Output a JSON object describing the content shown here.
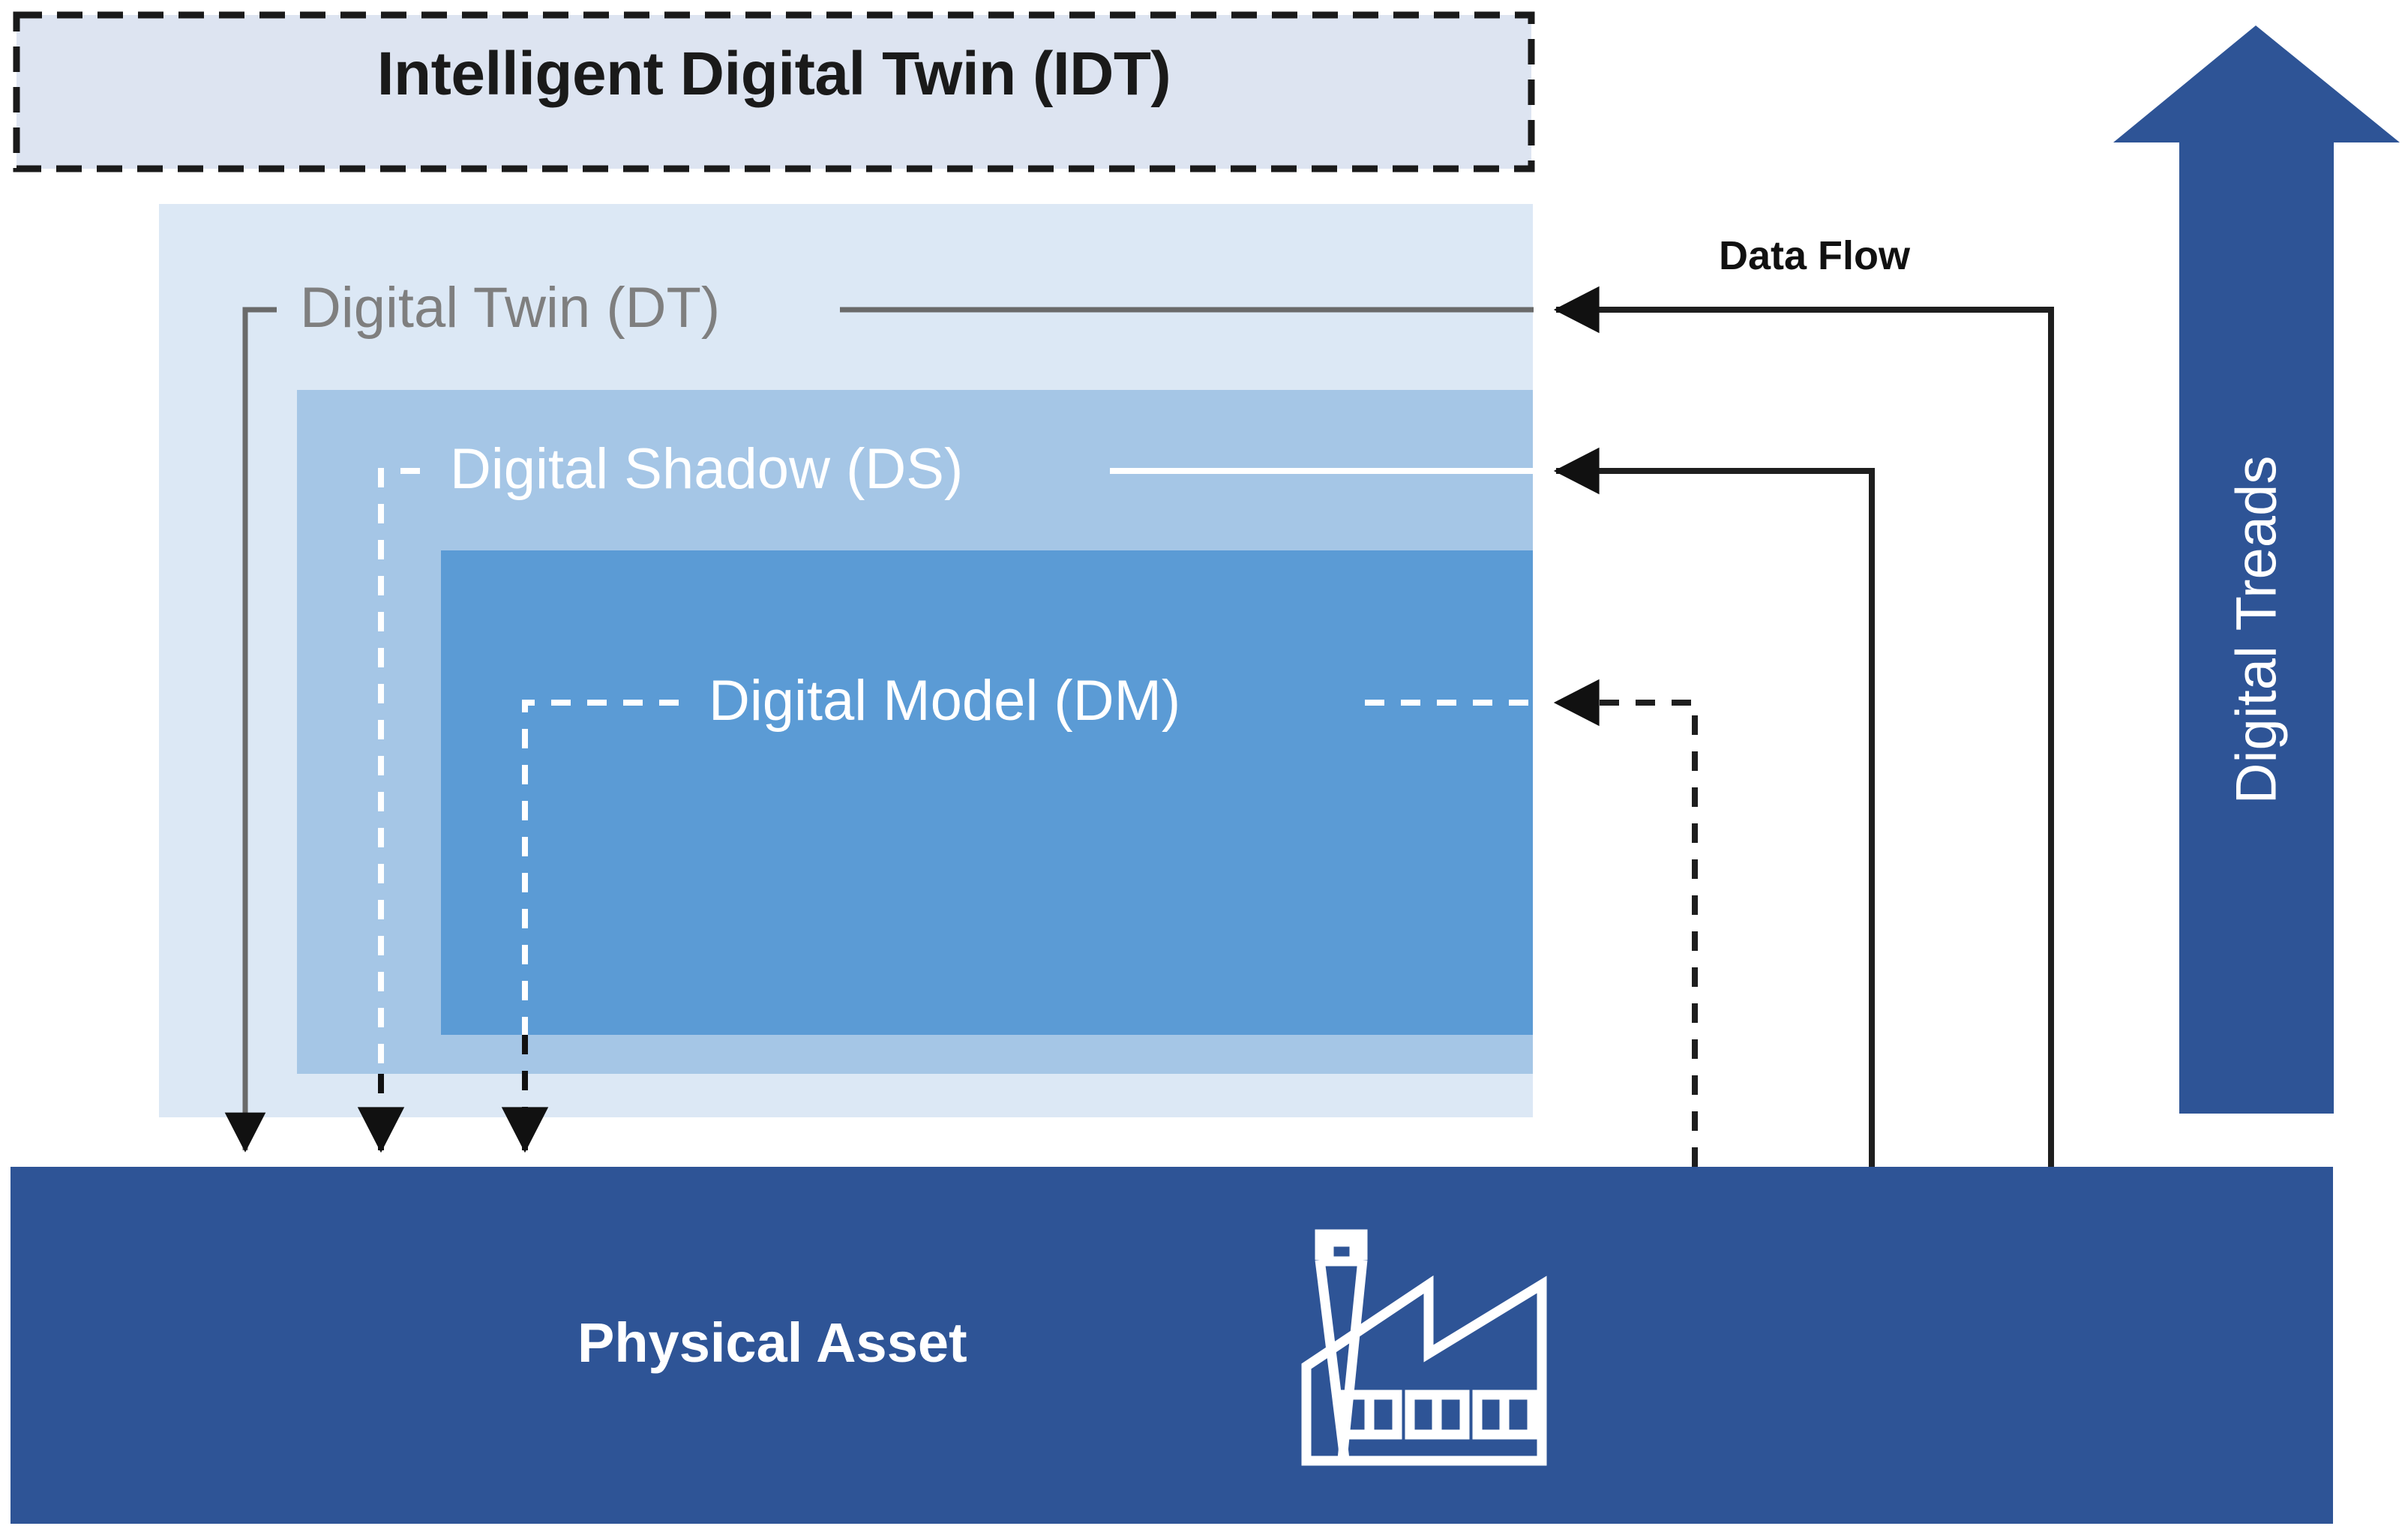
{
  "diagram": {
    "title_present": false,
    "boxes": {
      "idt": {
        "label": "Intelligent Digital Twin (IDT)",
        "fill": "#dde4f1",
        "border": "#1a1a1a",
        "border_style": "dashed",
        "text_color": "#1a1a1a"
      },
      "dt": {
        "label": "Digital Twin (DT)",
        "fill": "#dce8f5",
        "text_color": "#808080"
      },
      "ds": {
        "label": "Digital Shadow (DS)",
        "fill": "#a5c6e6",
        "text_color": "#ffffff"
      },
      "dm": {
        "label": "Digital Model (DM)",
        "fill": "#5b9bd5",
        "text_color": "#ffffff"
      },
      "physical_asset": {
        "label": "Physical Asset",
        "fill": "#2e5496",
        "text_color": "#ffffff"
      }
    },
    "arrow_banner": {
      "label": "Digital Treads",
      "fill": "#2e5496",
      "text_color": "#ffffff",
      "direction": "up"
    },
    "annotations": {
      "data_flow": "Data Flow"
    },
    "icons": {
      "factory": "factory-icon"
    },
    "connectors": [
      {
        "name": "dt-to-physical-asset",
        "style": "solid",
        "color": "#3f3f3f"
      },
      {
        "name": "ds-to-physical-asset",
        "style": "dashed",
        "color": "#1a1a1a"
      },
      {
        "name": "dm-to-physical-asset",
        "style": "dashed",
        "color": "#1a1a1a"
      },
      {
        "name": "physical-asset-to-dt",
        "style": "solid",
        "color": "#1a1a1a"
      },
      {
        "name": "physical-asset-to-ds",
        "style": "solid",
        "color": "#1a1a1a"
      },
      {
        "name": "physical-asset-to-dm",
        "style": "dashed",
        "color": "#1a1a1a"
      }
    ]
  }
}
